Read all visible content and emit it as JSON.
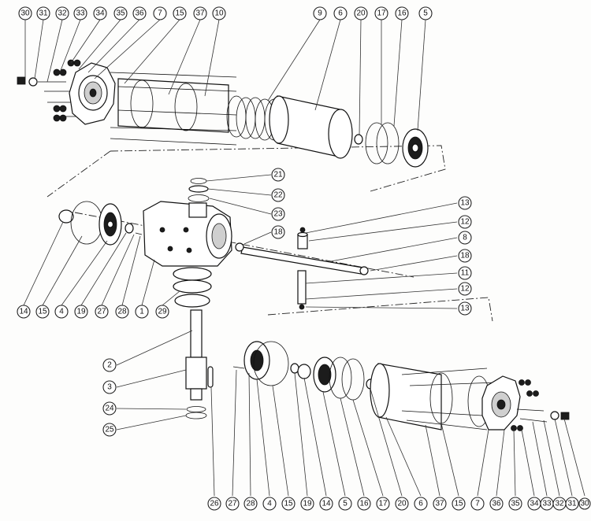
{
  "diagram": {
    "callouts": {
      "top": [
        "30",
        "31",
        "32",
        "33",
        "34",
        "35",
        "36",
        "7",
        "15",
        "37",
        "10",
        "9",
        "6",
        "20",
        "17",
        "16",
        "5"
      ],
      "middle_right": [
        "13",
        "12",
        "8",
        "18",
        "11",
        "12",
        "13"
      ],
      "middle": [
        "21",
        "22",
        "23",
        "18"
      ],
      "left_bottom": [
        "14",
        "15",
        "4",
        "19",
        "27",
        "28",
        "1",
        "29"
      ],
      "stem": [
        "2",
        "3",
        "24",
        "25"
      ],
      "bottom": [
        "26",
        "27",
        "28",
        "4",
        "15",
        "19",
        "14",
        "5",
        "16",
        "17",
        "20",
        "6",
        "37",
        "15",
        "7",
        "36",
        "35",
        "34",
        "33",
        "32",
        "31",
        "30"
      ]
    }
  }
}
